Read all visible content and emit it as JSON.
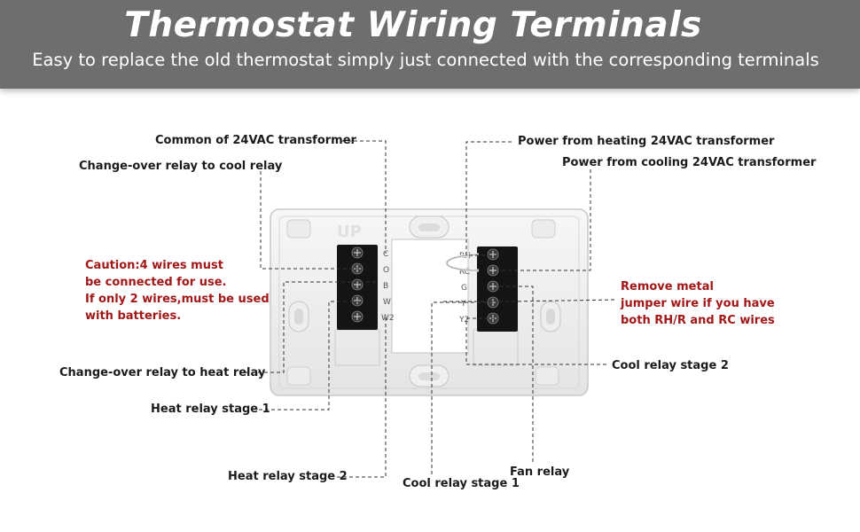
{
  "header": {
    "title": "Thermostat Wiring Terminals",
    "subtitle": "Easy to replace the old thermostat simply just connected with the corresponding terminals"
  },
  "labels": {
    "common": "Common of 24VAC transformer",
    "changeover_cool": "Change-over relay to cool relay",
    "changeover_heat": "Change-over relay to heat relay",
    "heat_stage1": "Heat relay stage 1",
    "heat_stage2": "Heat relay stage 2",
    "power_heating": "Power from heating 24VAC transformer",
    "power_cooling": "Power from cooling 24VAC transformer",
    "cool_stage2": "Cool relay stage 2",
    "cool_stage1": "Cool relay stage 1",
    "fan_relay": "Fan relay"
  },
  "caution": {
    "lines": [
      "Caution:4 wires must",
      "be connected for use.",
      "If only 2 wires,must be used",
      "with batteries."
    ]
  },
  "note": {
    "lines": [
      "Remove metal",
      "jumper wire if you have",
      "both RH/R and RC wires"
    ]
  },
  "terminals": {
    "left": [
      "C",
      "O",
      "B",
      "W",
      "W2"
    ],
    "right": [
      "RH",
      "RC",
      "G",
      "Y",
      "Y2"
    ]
  },
  "plate_mark": "UP",
  "colors": {
    "banner": "#6e6e6e",
    "caution": "#a01818",
    "leader": "#333333"
  }
}
